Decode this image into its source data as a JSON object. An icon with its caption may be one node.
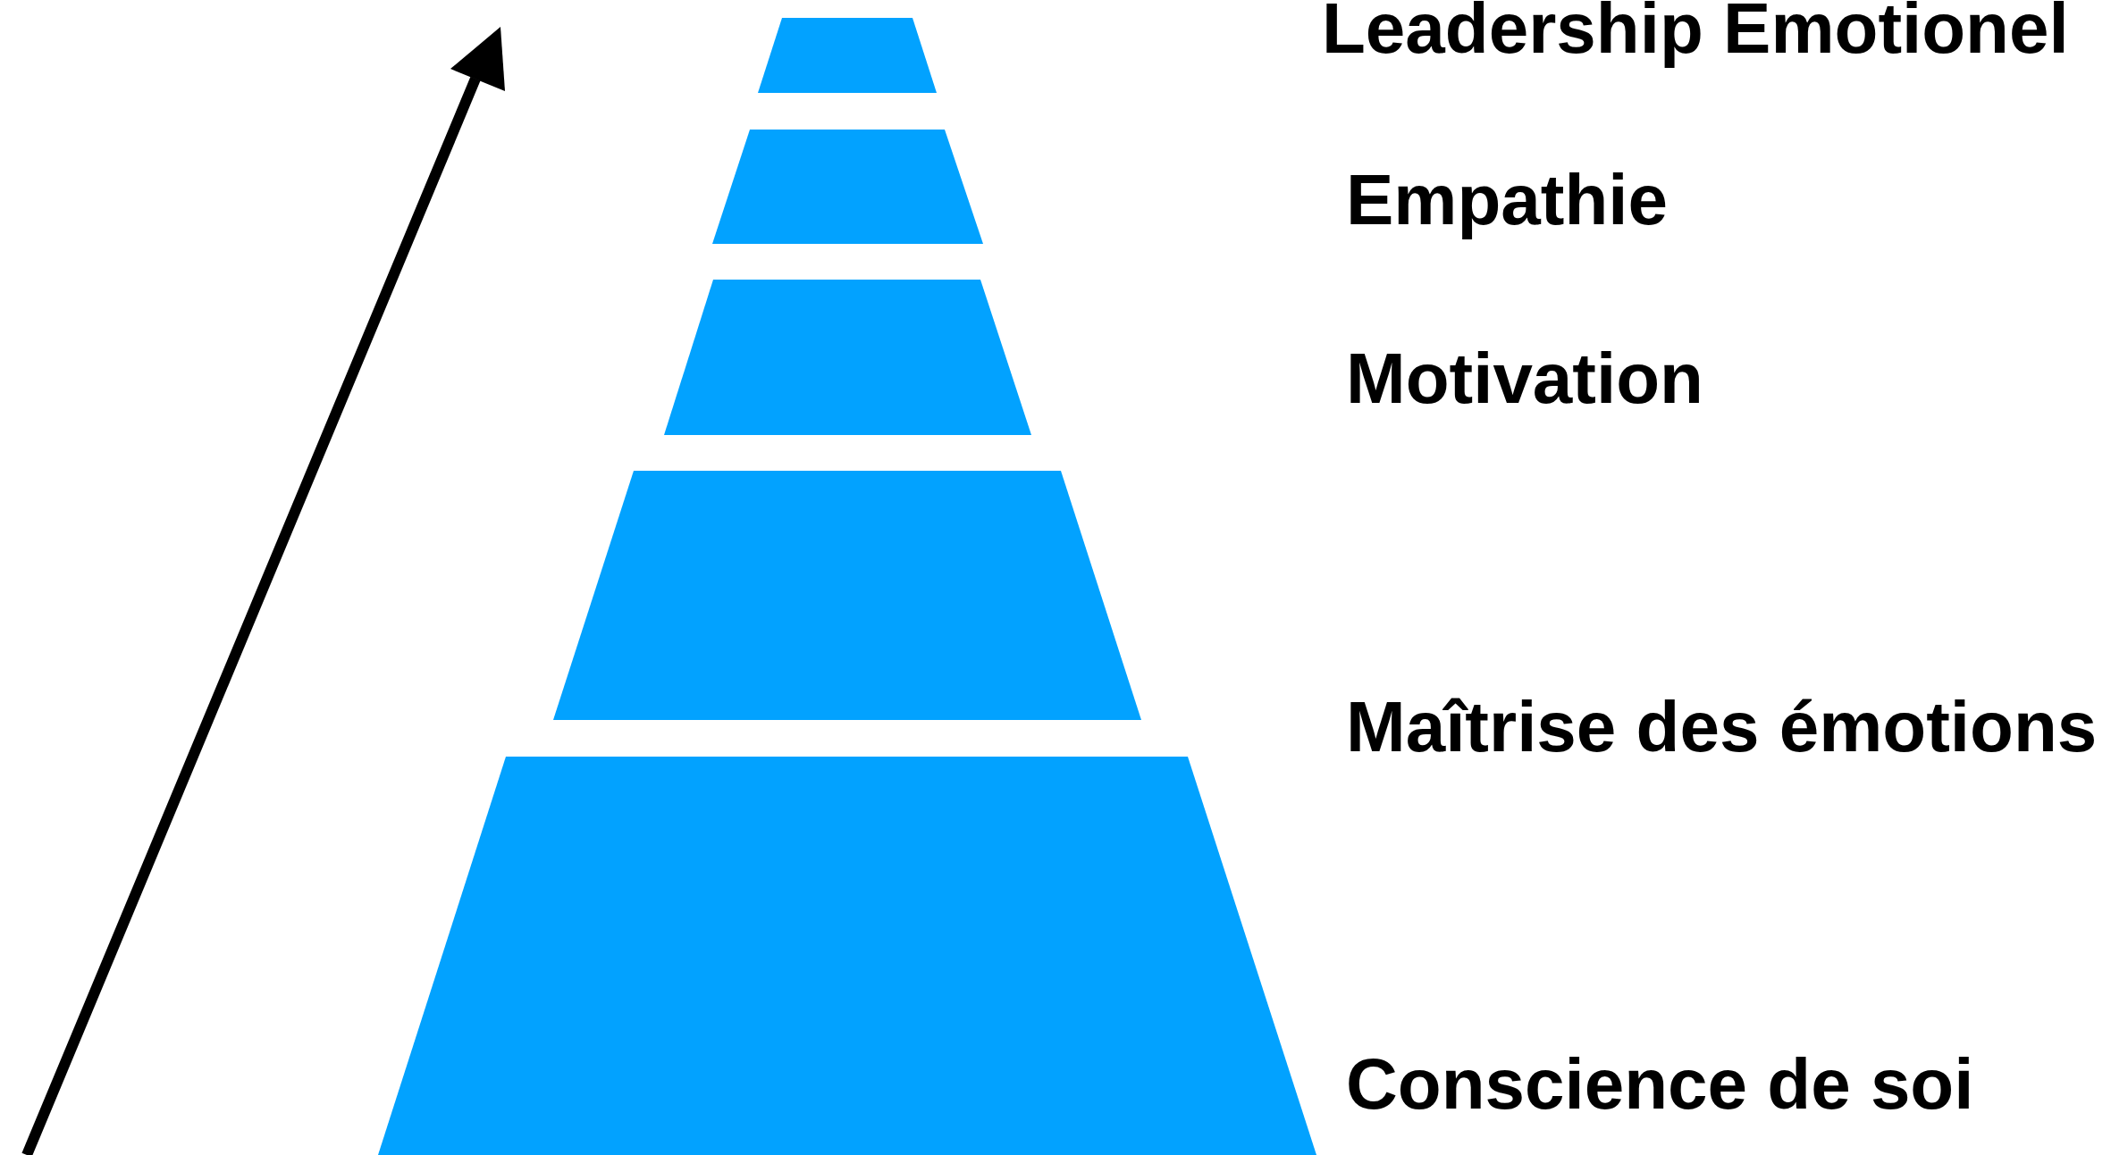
{
  "diagram": {
    "nodes": [
      {
        "text": [],
        "shape": "trapezoid"
      },
      {
        "text": [],
        "shape": "trapezoid"
      },
      {
        "text": [],
        "shape": "trapezoid"
      },
      {
        "text": [],
        "shape": "trapezoid"
      },
      {
        "text": [],
        "shape": "trapezoid"
      }
    ],
    "labels": [
      "Leadership Emotionel",
      "Empathie",
      "Motivation",
      "Maîtrise des émotions",
      "Conscience de soi"
    ]
  }
}
